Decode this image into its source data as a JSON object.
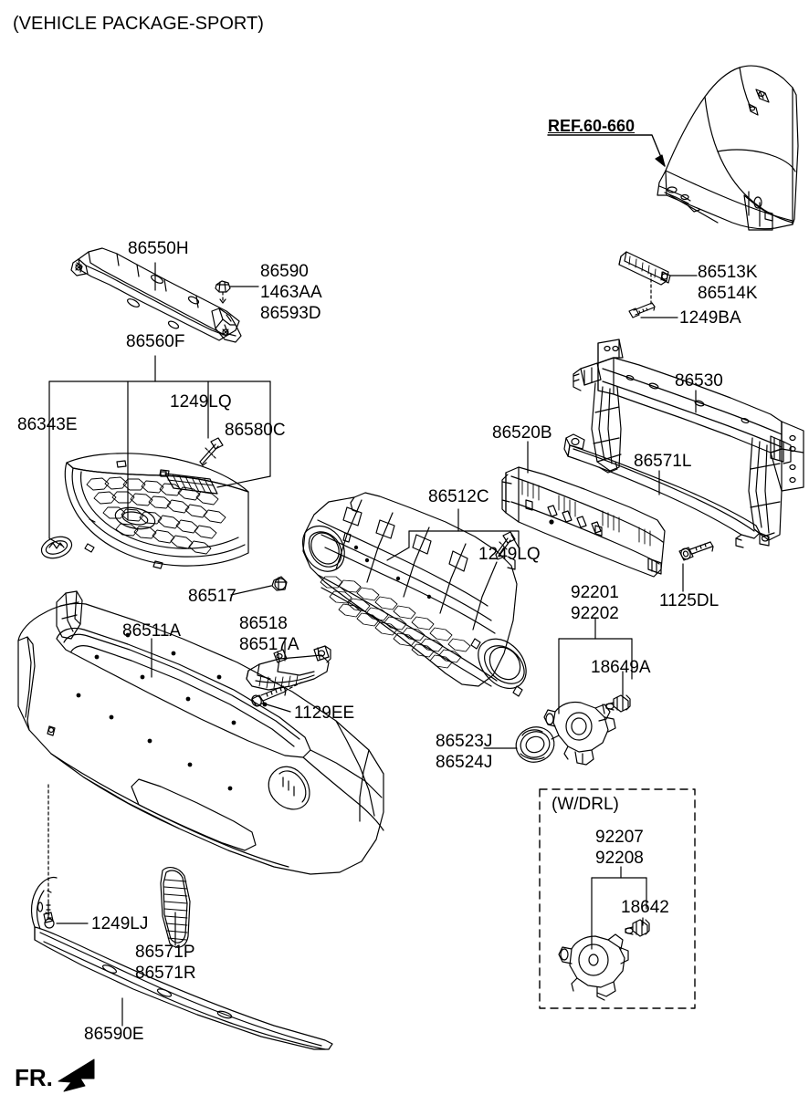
{
  "diagram": {
    "title": "(VEHICLE PACKAGE-SPORT)",
    "front_marker": "FR.",
    "reference": "REF.60-660",
    "inset_title": "(W/DRL)"
  },
  "labels": {
    "upper_rail": "86550H",
    "clip_group": "86590\n1463AA\n86593D",
    "grille_assy": "86560F",
    "emblem": "86343E",
    "screw_grille": "1249LQ",
    "grille_cover": "86580C",
    "fender_ref_pad": "86513K\n86514K",
    "screw_fender": "1249BA",
    "bumper_beam": "86530",
    "absorber": "86520B",
    "stay_bar": "86571L",
    "bolt_beam": "1125DL",
    "radiator_grille": "86512C",
    "screw_radiator_grille": "1249LQ",
    "clip_small": "86517",
    "bracket_grille": "86518\n86517A",
    "bolt_bracket": "1129EE",
    "bumper_cover": "86511A",
    "fog_lamp": "92201\n92202",
    "fog_bulb": "18649A",
    "fog_bezel": "86523J\n86524J",
    "drl_lamp": "92207\n92208",
    "drl_bulb": "18642",
    "screw_lower": "1249LJ",
    "lower_vent": "86571P\n86571R",
    "lower_valance": "86590E"
  }
}
